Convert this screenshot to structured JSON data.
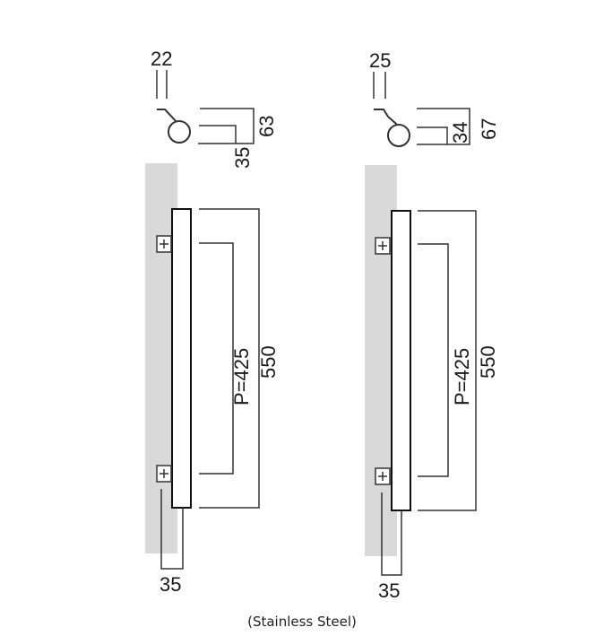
{
  "left": {
    "top_width": "22",
    "height": "63",
    "depth": "35",
    "pitch": "P=425",
    "length": "550",
    "bottom_width": "35"
  },
  "right": {
    "top_width": "25",
    "depth_inner": "34",
    "height": "67",
    "pitch": "P=425",
    "length": "550",
    "bottom_width": "35",
    "caption": "(Stainless Steel)"
  }
}
